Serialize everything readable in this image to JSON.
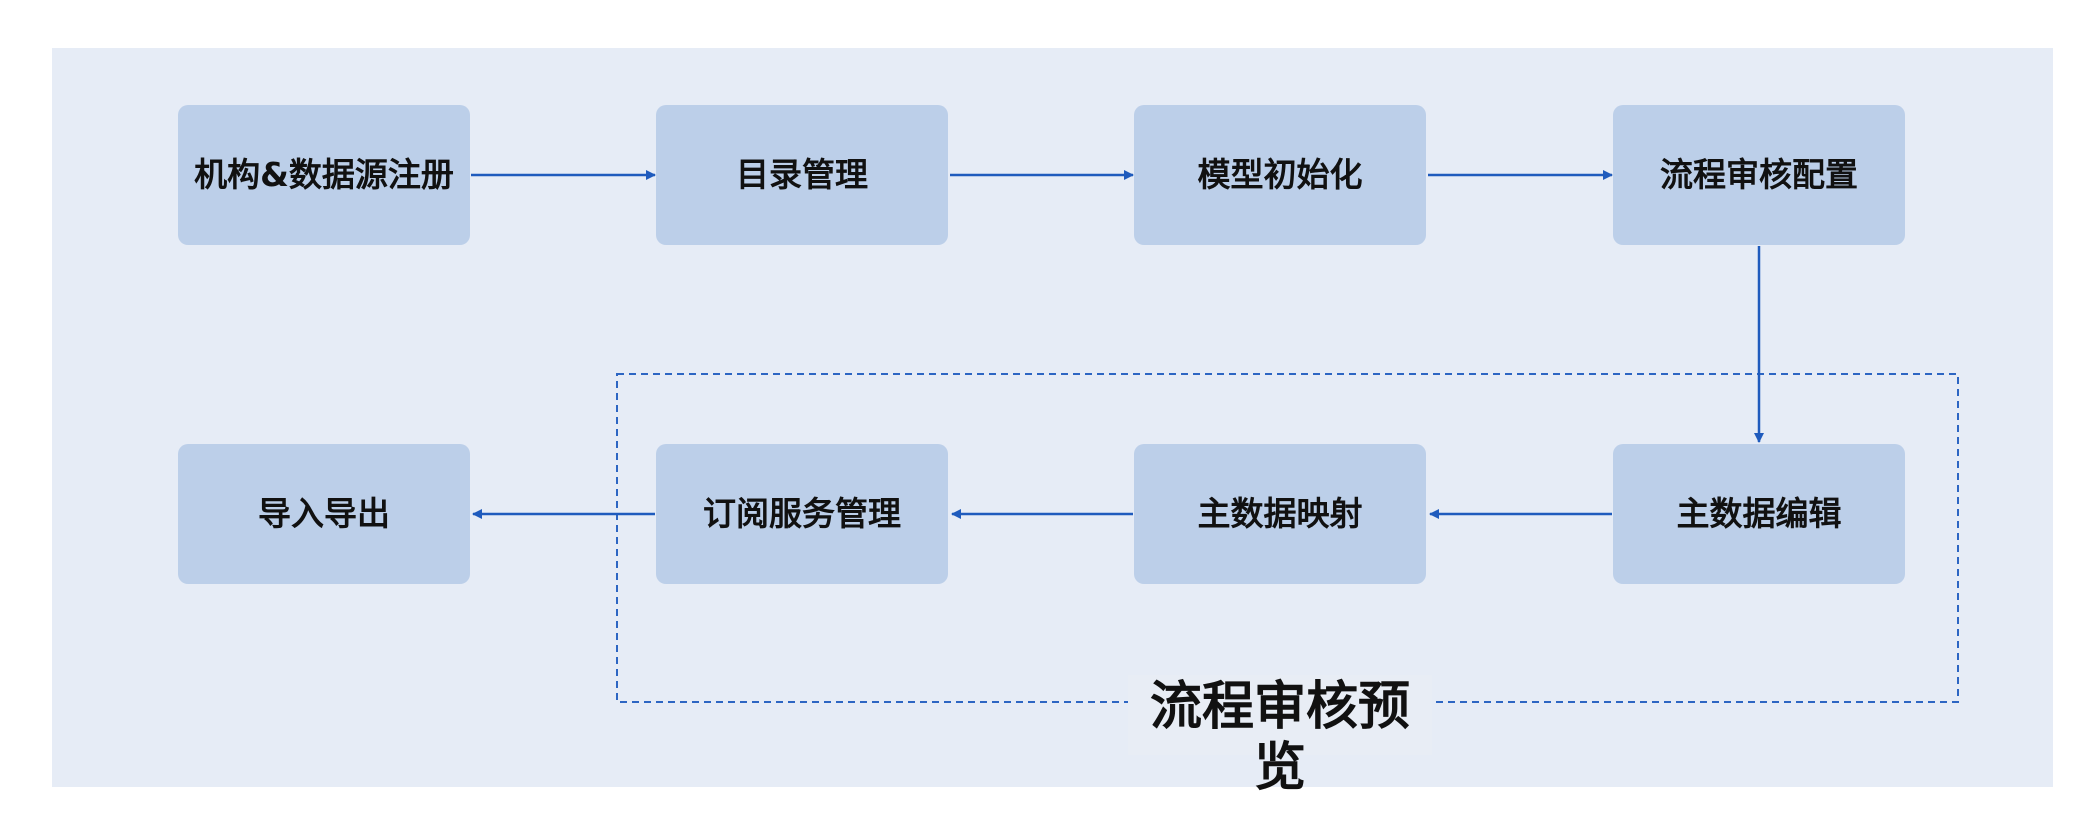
{
  "nodes": {
    "register": "机构&数据源注册",
    "catalog": "目录管理",
    "model_init": "模型初始化",
    "process_config": "流程审核配置",
    "import_export": "导入导出",
    "subscription": "订阅服务管理",
    "mapping": "主数据映射",
    "editing": "主数据编辑"
  },
  "group": {
    "label": "流程审核预览"
  },
  "colors": {
    "background": "#e6ecf6",
    "node_fill": "#bccfe9",
    "arrow": "#1f5bbd",
    "dashed_border": "#2d66c3"
  }
}
